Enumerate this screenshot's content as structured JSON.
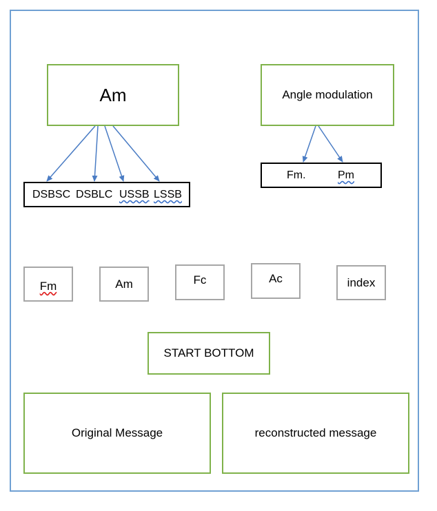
{
  "am_box": {
    "label": "Am"
  },
  "angle_box": {
    "label": "Angle modulation"
  },
  "am_types": [
    "DSBSC",
    "DSBLC",
    "USSB",
    "LSSB"
  ],
  "angle_types": [
    "Fm.",
    "Pm"
  ],
  "params": [
    "Fm",
    "Am",
    "Fc",
    "Ac",
    "index"
  ],
  "start_button": "START BOTTOM",
  "panels": {
    "original": "Original Message",
    "reconstructed": "reconstructed message"
  },
  "colors": {
    "frame": "#6fa0d3",
    "box_border": "#7fb24a",
    "param_border": "#a6a6a6",
    "arrow": "#4a7cc4"
  }
}
